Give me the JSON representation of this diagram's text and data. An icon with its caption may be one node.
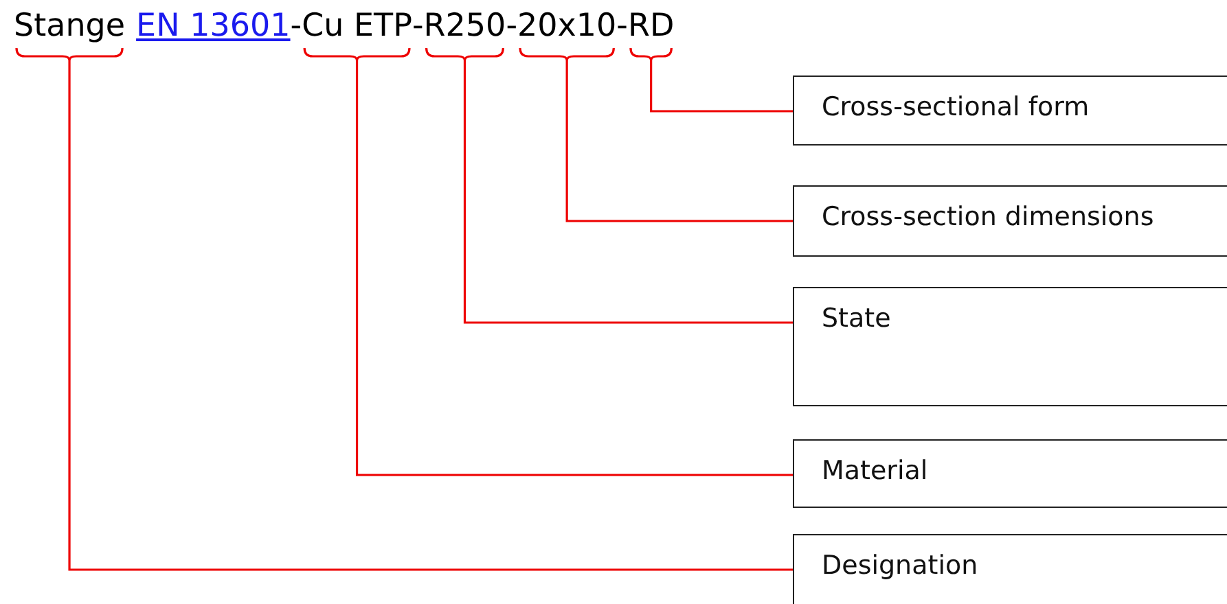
{
  "diagram": {
    "nodes": [
      {
        "text": [
          "Stange"
        ]
      },
      {
        "text": [
          "Cu ETP"
        ]
      },
      {
        "text": [
          "R250"
        ]
      },
      {
        "text": [
          "20x10"
        ]
      },
      {
        "text": [
          "RD"
        ]
      },
      {
        "text": [
          "Cross-sectional form"
        ]
      },
      {
        "text": [
          "Cross-section dimensions"
        ]
      },
      {
        "text": [
          "State"
        ]
      },
      {
        "text": [
          "Material"
        ]
      },
      {
        "text": [
          "Designation"
        ]
      }
    ],
    "edges": [
      {
        "from": 4,
        "to": 5,
        "arrow": "none"
      },
      {
        "from": 3,
        "to": 6,
        "arrow": "none"
      },
      {
        "from": 2,
        "to": 7,
        "arrow": "none"
      },
      {
        "from": 1,
        "to": 8,
        "arrow": "none"
      },
      {
        "from": 0,
        "to": 9,
        "arrow": "none"
      }
    ],
    "labels": [
      "EN 13601",
      "-",
      "-",
      "-",
      "-"
    ]
  }
}
